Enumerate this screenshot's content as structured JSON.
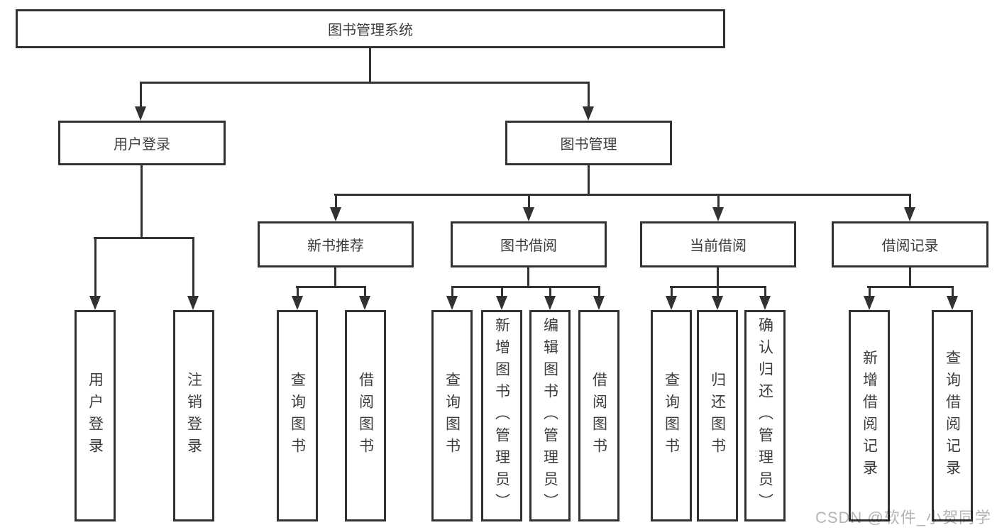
{
  "colors": {
    "line": "#323232",
    "box_border": "#323232",
    "text": "#3c3c3c",
    "watermark": "#b4b4b4",
    "background": "#ffffff"
  },
  "tree": {
    "root": {
      "label": "图书管理系统"
    },
    "branches": [
      {
        "label": "用户登录",
        "children": [
          {
            "label": "用户登录"
          },
          {
            "label": "注销登录"
          }
        ]
      },
      {
        "label": "图书管理",
        "children": [
          {
            "label": "新书推荐",
            "children": [
              {
                "label": "查询图书"
              },
              {
                "label": "借阅图书"
              }
            ]
          },
          {
            "label": "图书借阅",
            "children": [
              {
                "label": "查询图书"
              },
              {
                "label": "新增图书（管理员）"
              },
              {
                "label": "编辑图书（管理员）"
              },
              {
                "label": "借阅图书"
              }
            ]
          },
          {
            "label": "当前借阅",
            "children": [
              {
                "label": "查询图书"
              },
              {
                "label": "归还图书"
              },
              {
                "label": "确认归还（管理员）"
              }
            ]
          },
          {
            "label": "借阅记录",
            "children": [
              {
                "label": "新增借阅记录"
              },
              {
                "label": "查询借阅记录"
              }
            ]
          }
        ]
      }
    ]
  },
  "watermark": {
    "text": "CSDN @软件_小贺同学"
  }
}
